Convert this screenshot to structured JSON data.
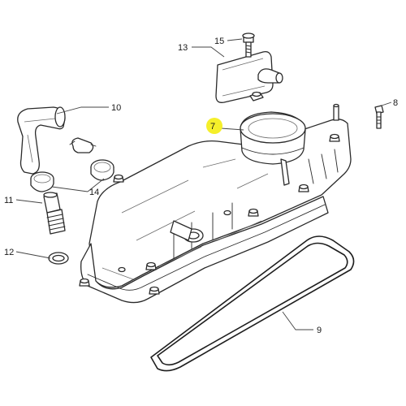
{
  "callouts": [
    {
      "id": "c7",
      "label": "7",
      "highlighted": true
    },
    {
      "id": "c8",
      "label": "8"
    },
    {
      "id": "c9",
      "label": "9"
    },
    {
      "id": "c10",
      "label": "10"
    },
    {
      "id": "c11",
      "label": "11"
    },
    {
      "id": "c12",
      "label": "12"
    },
    {
      "id": "c13",
      "label": "13"
    },
    {
      "id": "c14",
      "label": "14"
    },
    {
      "id": "c15",
      "label": "15"
    }
  ],
  "colors": {
    "highlight": "#f5ef2a",
    "stroke": "#2a2a2a",
    "background": "#ffffff"
  }
}
